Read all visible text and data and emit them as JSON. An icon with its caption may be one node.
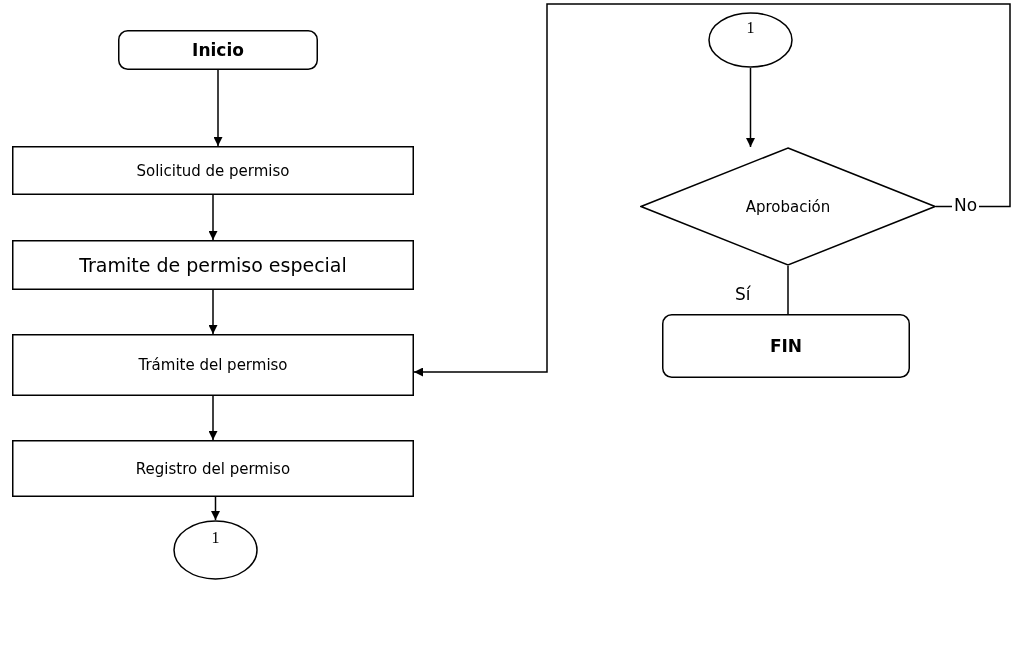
{
  "diagram": {
    "nodes": [
      {
        "text": [
          "Inicio"
        ]
      },
      {
        "text": [
          "Solicitud de permiso"
        ]
      },
      {
        "text": [
          "Tramite de permiso especial"
        ]
      },
      {
        "text": [
          "Trámite del permiso"
        ]
      },
      {
        "text": [
          "Registro del permiso"
        ]
      },
      {
        "text": [
          "1"
        ]
      },
      {
        "text": [
          "1"
        ]
      },
      {
        "text": [
          "Aprobación"
        ]
      },
      {
        "text": [
          "FIN"
        ]
      }
    ],
    "edges": [
      {
        "from": 0,
        "to": 1,
        "arrow": "to"
      },
      {
        "from": 1,
        "to": 2,
        "arrow": "to"
      },
      {
        "from": 2,
        "to": 3,
        "arrow": "to"
      },
      {
        "from": 3,
        "to": 4,
        "arrow": "to"
      },
      {
        "from": 4,
        "to": 5,
        "arrow": "to"
      },
      {
        "from": 6,
        "to": 7,
        "arrow": "to"
      },
      {
        "from": 7,
        "to": 8,
        "arrow": "none",
        "label": "Sí"
      },
      {
        "from": 7,
        "to": 3,
        "arrow": "to",
        "label": "No"
      }
    ]
  }
}
